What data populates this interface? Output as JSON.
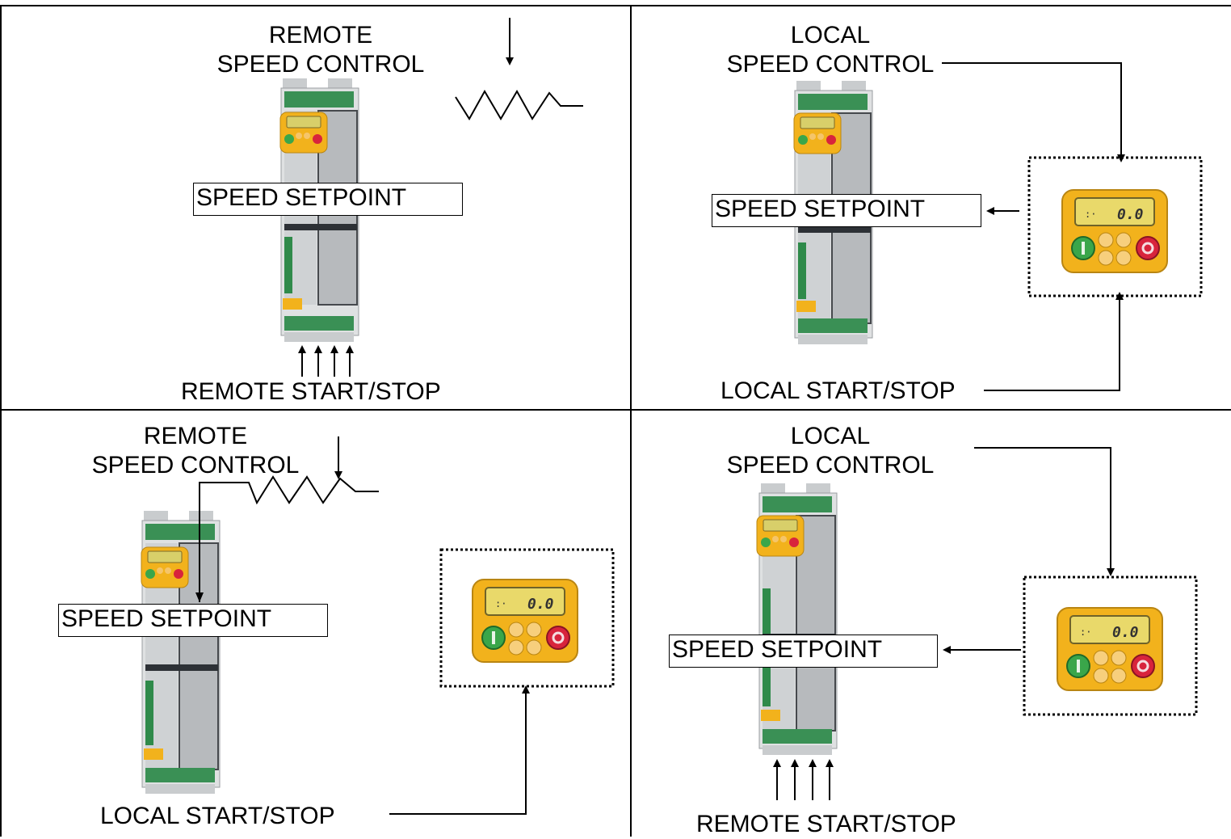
{
  "panels": [
    {
      "id": "remote-remote",
      "title_line1": "REMOTE",
      "title_line2": "SPEED CONTROL",
      "setpoint": "SPEED SETPOINT",
      "start_stop": "REMOTE START/STOP"
    },
    {
      "id": "local-local",
      "title_line1": "LOCAL",
      "title_line2": "SPEED CONTROL",
      "setpoint": "SPEED SETPOINT",
      "start_stop": "LOCAL START/STOP"
    },
    {
      "id": "remote-local",
      "title_line1": "REMOTE",
      "title_line2": "SPEED CONTROL",
      "setpoint": "SPEED SETPOINT",
      "start_stop": "LOCAL START/STOP"
    },
    {
      "id": "local-remote",
      "title_line1": "LOCAL",
      "title_line2": "SPEED CONTROL",
      "setpoint": "SPEED SETPOINT",
      "start_stop": "REMOTE START/STOP"
    }
  ],
  "keypad": {
    "display_value": "0.0"
  },
  "colors": {
    "keypad_yellow": "#f2b21c",
    "start_green": "#3aa64a",
    "stop_red": "#d8243c",
    "drive_grey": "#c9ccce",
    "drive_dark": "#3c4046",
    "terminal_green": "#2f8a4a"
  }
}
